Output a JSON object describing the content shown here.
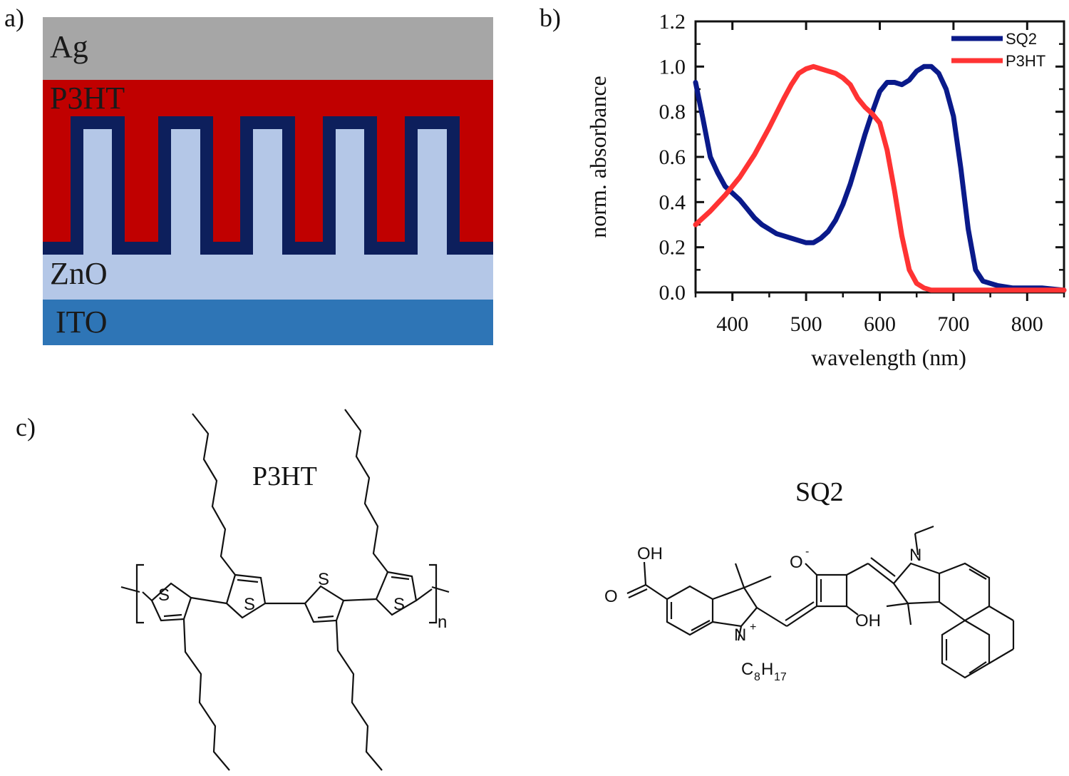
{
  "panels": {
    "a": "a)",
    "b": "b)",
    "c": "c)"
  },
  "device_stack": {
    "layers": [
      {
        "name": "Ag",
        "color": "#a6a6a6"
      },
      {
        "name": "P3HT",
        "color": "#c00000"
      },
      {
        "name": "ZnO",
        "color": "#b4c7e7"
      },
      {
        "name": "ITO",
        "color": "#2e75b6"
      }
    ],
    "coating_color": "#0d1f5c"
  },
  "chart_data": {
    "type": "line",
    "xlabel": "wavelength (nm)",
    "ylabel": "norm. absorbance",
    "xlim": [
      350,
      850
    ],
    "ylim": [
      0.0,
      1.2
    ],
    "xticks": [
      400,
      500,
      600,
      700,
      800
    ],
    "xtick_labels": [
      "400",
      "500",
      "600",
      "700",
      "800"
    ],
    "yticks": [
      0.0,
      0.2,
      0.4,
      0.6,
      0.8,
      1.0,
      1.2
    ],
    "ytick_labels": [
      "0.0",
      "0.2",
      "0.4",
      "0.6",
      "0.8",
      "1.0",
      "1.2"
    ],
    "legend_position": "top-right",
    "series": [
      {
        "name": "SQ2",
        "color": "#0a1a8a",
        "x": [
          350,
          360,
          370,
          380,
          390,
          400,
          410,
          420,
          430,
          440,
          450,
          460,
          470,
          480,
          490,
          500,
          510,
          520,
          530,
          540,
          550,
          560,
          570,
          580,
          590,
          600,
          610,
          620,
          630,
          640,
          650,
          660,
          670,
          680,
          690,
          700,
          710,
          720,
          730,
          740,
          750,
          760,
          780,
          800,
          820,
          850
        ],
        "y": [
          0.93,
          0.77,
          0.6,
          0.53,
          0.47,
          0.44,
          0.41,
          0.37,
          0.33,
          0.3,
          0.28,
          0.26,
          0.25,
          0.24,
          0.23,
          0.22,
          0.22,
          0.24,
          0.27,
          0.32,
          0.39,
          0.48,
          0.59,
          0.7,
          0.8,
          0.89,
          0.93,
          0.93,
          0.92,
          0.94,
          0.98,
          1.0,
          1.0,
          0.97,
          0.9,
          0.78,
          0.55,
          0.28,
          0.1,
          0.05,
          0.04,
          0.03,
          0.02,
          0.02,
          0.02,
          0.01
        ]
      },
      {
        "name": "P3HT",
        "color": "#ff3333",
        "x": [
          350,
          370,
          390,
          410,
          430,
          450,
          470,
          480,
          490,
          500,
          510,
          520,
          530,
          540,
          550,
          560,
          570,
          580,
          590,
          600,
          610,
          620,
          630,
          640,
          650,
          660,
          670,
          680,
          700,
          750,
          800,
          850
        ],
        "y": [
          0.3,
          0.36,
          0.43,
          0.51,
          0.61,
          0.73,
          0.86,
          0.92,
          0.97,
          0.99,
          1.0,
          0.99,
          0.98,
          0.97,
          0.95,
          0.92,
          0.86,
          0.82,
          0.79,
          0.75,
          0.63,
          0.45,
          0.25,
          0.1,
          0.04,
          0.02,
          0.01,
          0.01,
          0.01,
          0.01,
          0.01,
          0.01
        ]
      }
    ]
  },
  "molecules": {
    "p3ht_name": "P3HT",
    "sq2_name": "SQ2",
    "atoms": {
      "s": "S",
      "n_subscript": "n",
      "oh": "OH",
      "o": "O",
      "o_minus": "O",
      "minus": "-",
      "n": "N",
      "n_plus": "N",
      "plus": "+",
      "c8h17_c": "C",
      "c8h17_8": "8",
      "c8h17_h": "H",
      "c8h17_17": "17"
    }
  }
}
